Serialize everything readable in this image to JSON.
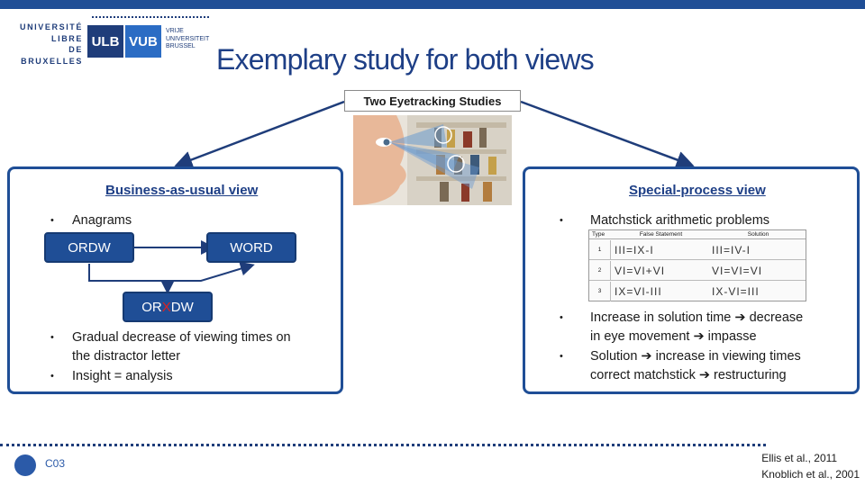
{
  "logos": {
    "ulb_lines": [
      "UNIVERSITÉ",
      "LIBRE",
      "DE BRUXELLES"
    ],
    "ulb_mark": "ULB",
    "vub_mark": "VUB",
    "vub_lines": [
      "VRIJE",
      "UNIVERSITEIT",
      "BRUSSEL"
    ]
  },
  "title": "Exemplary study for both views",
  "subtitle": "Two Eyetracking Studies",
  "left_panel": {
    "heading": "Business-as-usual view",
    "bullet1": "Anagrams",
    "word_start": "ORDW",
    "word_end": "WORD",
    "word_distractor_a": "OR",
    "word_distractor_x": "X",
    "word_distractor_b": "DW",
    "bullet2_line1": "Gradual decrease of viewing times on",
    "bullet2_line2": "the distractor letter",
    "bullet3": "Insight = analysis"
  },
  "right_panel": {
    "heading": "Special-process view",
    "bullet1": "Matchstick arithmetic problems",
    "table": {
      "headers": [
        "Type",
        "False Statement",
        "Solution"
      ],
      "rows": [
        {
          "n": "1",
          "false": "III=IX-I",
          "sol": "III=IV-I"
        },
        {
          "n": "2",
          "false": "VI=VI+VI",
          "sol": "VI=VI=VI"
        },
        {
          "n": "3",
          "false": "IX=VI-III",
          "sol": "IX-VI=III"
        }
      ]
    },
    "bullet2_line1": "Increase in solution time ➔ decrease",
    "bullet2_line2": "in eye movement ➔ impasse",
    "bullet3_line1": "Solution ➔ increase in viewing times",
    "bullet3_line2": "correct matchstick ➔ restructuring"
  },
  "footer": {
    "code": "C03",
    "ref1": "Ellis et al., 2011",
    "ref2": "Knoblich et al., 2001"
  },
  "colors": {
    "brand_blue": "#1f4e96",
    "accent_red": "#e0211f"
  }
}
